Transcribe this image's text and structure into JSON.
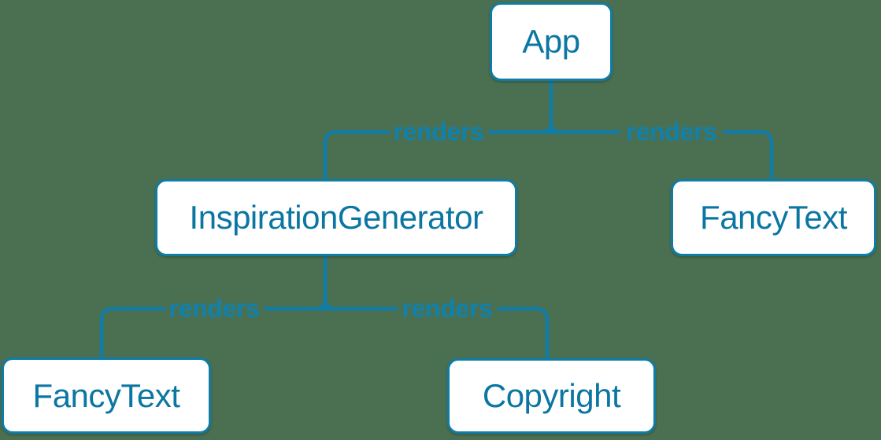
{
  "canvas": {
    "background": "#4b7051"
  },
  "colors": {
    "line": "#107da8",
    "node_border": "#0f7ca6",
    "node_fill": "#ffffff",
    "node_text": "#0b76a2",
    "edge_label": "#1081ac"
  },
  "diagram": {
    "type": "tree",
    "nodes": [
      {
        "id": "app",
        "label": "App"
      },
      {
        "id": "inspiration-generator",
        "label": "InspirationGenerator"
      },
      {
        "id": "fancy-text-top",
        "label": "FancyText"
      },
      {
        "id": "fancy-text-bottom",
        "label": "FancyText"
      },
      {
        "id": "copyright",
        "label": "Copyright"
      }
    ],
    "edges": [
      {
        "from": "App",
        "to": "InspirationGenerator",
        "label": "renders"
      },
      {
        "from": "App",
        "to": "FancyText",
        "label": "renders"
      },
      {
        "from": "InspirationGenerator",
        "to": "FancyText",
        "label": "renders"
      },
      {
        "from": "InspirationGenerator",
        "to": "Copyright",
        "label": "renders"
      }
    ]
  }
}
